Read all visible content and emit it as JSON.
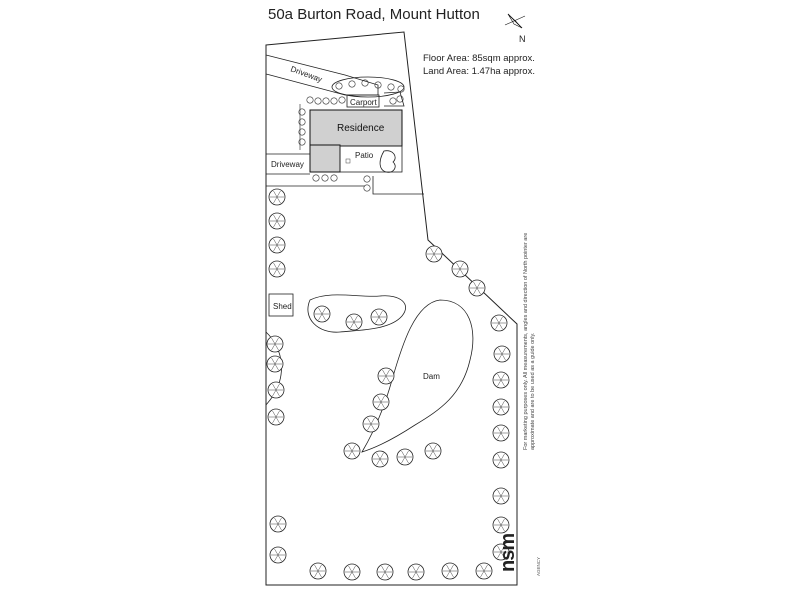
{
  "title": "50a Burton Road, Mount Hutton",
  "floor_area": "Floor Area: 85sqm approx.",
  "land_area": "Land Area: 1.47ha approx.",
  "compass_label": "N",
  "labels": {
    "driveway_top": "Driveway",
    "driveway_left": "Driveway",
    "carport": "Carport",
    "residence": "Residence",
    "patio": "Patio",
    "shed": "Shed",
    "dam": "Dam"
  },
  "disclaimer": "For marketing purposes only. All measurements, angles and direction of North pointer are approximate and are to be used as a guide only.",
  "logo": "nsm",
  "logo_sub": "AGENCY"
}
